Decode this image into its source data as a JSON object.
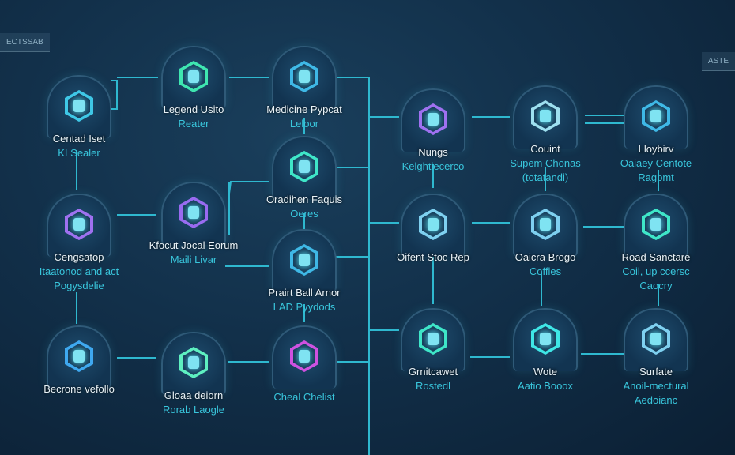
{
  "badges": {
    "left": "ECTSSAB",
    "right": "ASTE"
  },
  "colors": {
    "wire": "#2fb8cf",
    "accent": "#39c6dc",
    "background": "#12304a"
  },
  "nodes": [
    {
      "label": "Centad Iset",
      "sub": "KI Sealer",
      "icon": "server-cube-icon",
      "glow": "#3fc7e6"
    },
    {
      "label": "Legend Usito",
      "sub": "Reater",
      "icon": "hexagon-box-icon",
      "glow": "#3fe6b0"
    },
    {
      "label": "Medicine Pypcat",
      "sub": "Leloor",
      "icon": "figure-icon",
      "glow": "#3fb8e6"
    },
    {
      "label": "Oradihen Faquis",
      "sub": "Oeres",
      "icon": "circuit-board-icon",
      "glow": "#3fe6c8"
    },
    {
      "label": "Cengsatop",
      "sub": "Itaatonod and act Pogysdelie",
      "icon": "hexagon-cube-icon",
      "glow": "#a070f0"
    },
    {
      "label": "Kfocut Jocal Eorum",
      "sub": "Maili Livar",
      "icon": "hexagon-network-icon",
      "glow": "#9a6af0"
    },
    {
      "label": "Prairt Ball Arnor",
      "sub": "LAD Pyydods",
      "icon": "robot-head-icon",
      "glow": "#3fb8e6"
    },
    {
      "label": "Becrone vefollo",
      "sub": "",
      "icon": "hexagon-cube-icon",
      "glow": "#3fa8f0"
    },
    {
      "label": "Gloaa deiorn",
      "sub": "Rorab Laogle",
      "icon": "hexagon-gear-icon",
      "glow": "#5ff0c0"
    },
    {
      "label": "",
      "sub": "Cheal Chelist",
      "icon": "hexagon-lock-icon",
      "glow": "#d050e0"
    },
    {
      "label": "Nungs",
      "sub": "Kelghtiecerco",
      "icon": "hexagon-chip-icon",
      "glow": "#a070f0"
    },
    {
      "label": "Couint",
      "sub": "Supem Chonas (totatandi)",
      "icon": "cube-icon",
      "glow": "#9fe0f0"
    },
    {
      "label": "Lloybirv",
      "sub": "Oaiaey Centote Ragpmt",
      "icon": "robot-icon",
      "glow": "#3fb8e6"
    },
    {
      "label": "Oifent Stoc Rep",
      "sub": "",
      "icon": "shield-box-icon",
      "glow": "#7fd0f0"
    },
    {
      "label": "Oaicra Brogo",
      "sub": "Coffles",
      "icon": "server-icon",
      "glow": "#7fd0f0"
    },
    {
      "label": "Road Sanctare",
      "sub": "Coil, up ccersc Caocry",
      "icon": "robot-arm-icon",
      "glow": "#3fe6c8"
    },
    {
      "label": "Grnitcawet",
      "sub": "Rostedl",
      "icon": "platform-icon",
      "glow": "#3fe6c8"
    },
    {
      "label": "Wote",
      "sub": "Aatio Booox",
      "icon": "head-icon",
      "glow": "#3fe6e6"
    },
    {
      "label": "Surfate",
      "sub": "Anoil-mectural Aedoianc",
      "icon": "bust-icon",
      "glow": "#7fd0f0"
    }
  ]
}
